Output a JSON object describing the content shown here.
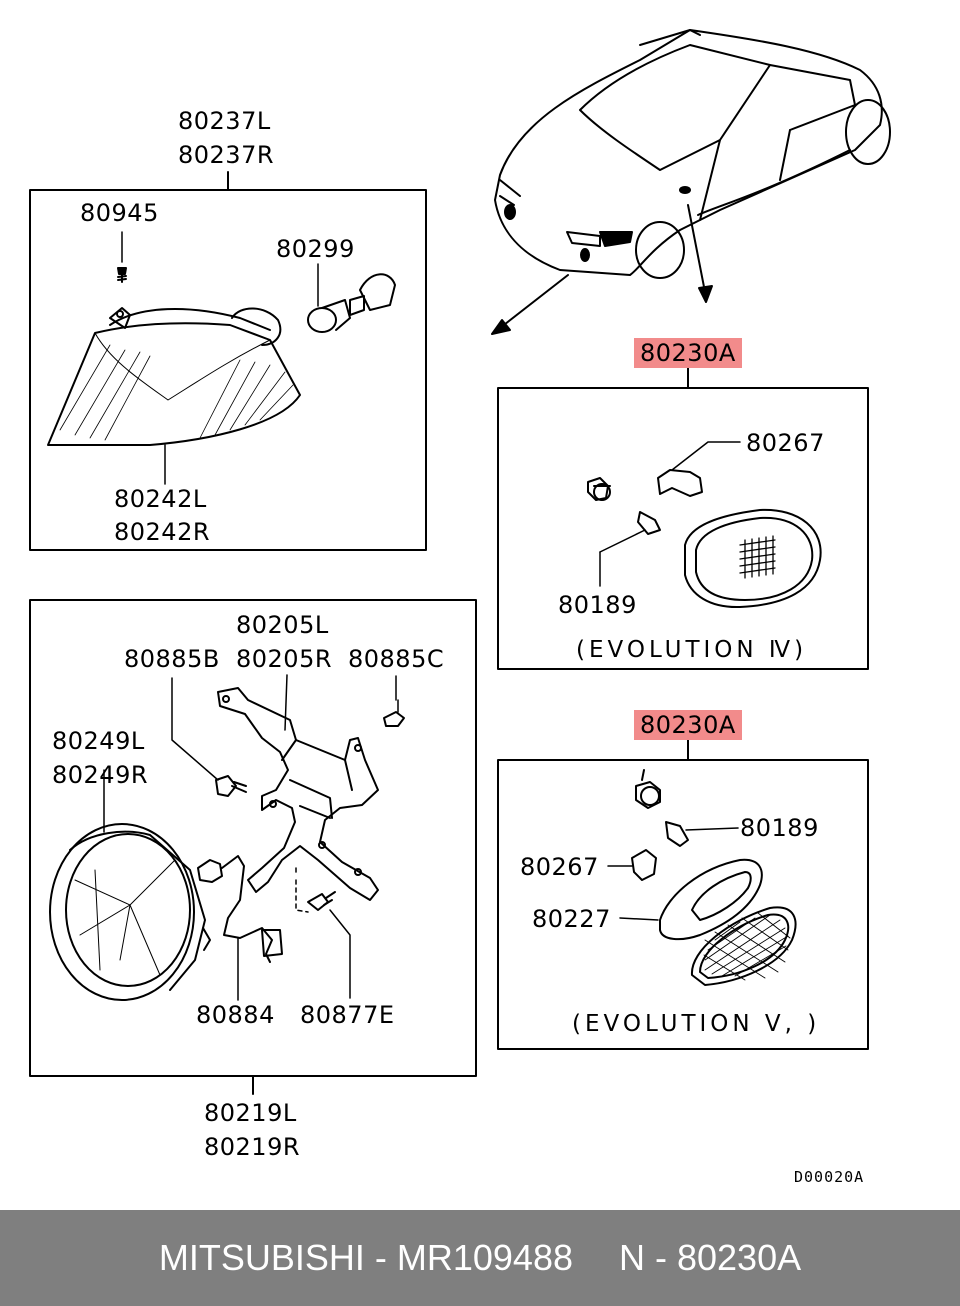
{
  "callouts": {
    "lamp_l": "80237L",
    "lamp_r": "80237R",
    "screw_top": "80945",
    "bulb_top": "80299",
    "lens_l": "80242L",
    "lens_r": "80242R",
    "side_a1": "80230A",
    "bracket_1": "80267",
    "bulb_1": "80189",
    "side_a2": "80230A",
    "bulb_2": "80189",
    "bracket_2": "80267",
    "bezel": "80227",
    "head_bracket_l": "80205L",
    "head_bracket_r": "80205R",
    "bolt_b": "80885B",
    "bolt_c": "80885C",
    "headlamp_l": "80249L",
    "headlamp_r": "80249R",
    "harness": "80884",
    "screw_e": "80877E",
    "assy_l": "80219L",
    "assy_r": "80219R"
  },
  "notes": {
    "evo4": "(EVOLUTION Ⅳ)",
    "evo5": "(EVOLUTION V, )"
  },
  "drawing_code": "D00020A",
  "footer": {
    "part_number": "MITSUBISHI - MR109488",
    "group_ref": "N - 80230A"
  },
  "colors": {
    "highlight": "#f28b8b",
    "footer_bg": "#7f7f7f",
    "footer_text": "#ffffff"
  }
}
